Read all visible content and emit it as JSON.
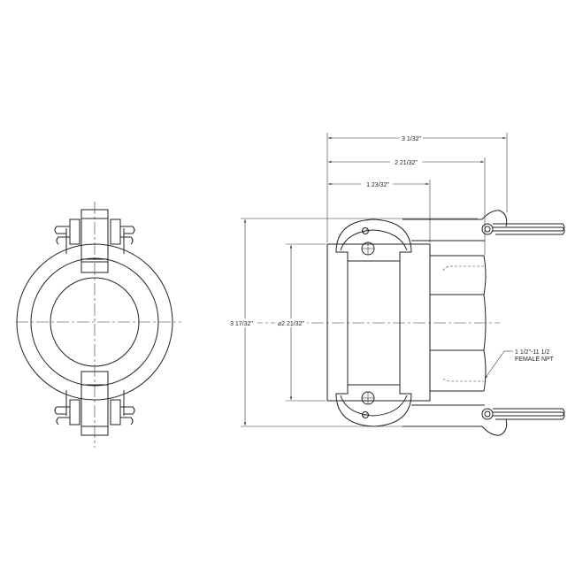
{
  "drawing": {
    "dimensions": {
      "overall_length": "3 1/32\"",
      "hex_length": "2 21/32\"",
      "body_length": "1 23/32\"",
      "overall_height": "3 17/32\"",
      "body_diameter": "⌀2 21/32\""
    },
    "thread_callout": {
      "line1": "1 1/2\"-11 1/2",
      "line2": "FEMALE NPT"
    }
  }
}
